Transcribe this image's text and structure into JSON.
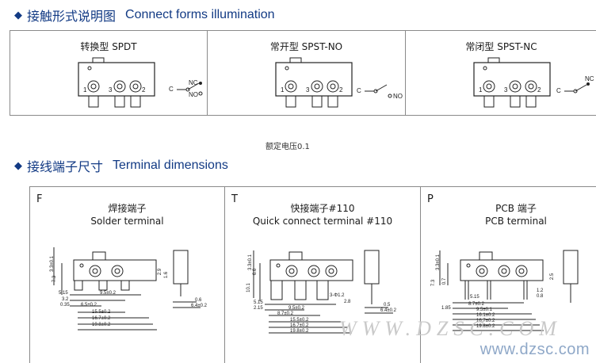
{
  "section1": {
    "title_cn": "接触形式说明图",
    "title_en": "Connect forms illumination",
    "cells": [
      {
        "label": "转换型  SPDT",
        "nc": "NC",
        "no": "NO",
        "c": "C",
        "pins": [
          "1",
          "3",
          "2"
        ]
      },
      {
        "label": "常开型  SPST-NO",
        "no": "NO",
        "c": "C",
        "pins": [
          "1",
          "3",
          "2"
        ]
      },
      {
        "label": "常闭型  SPST-NC",
        "nc": "NC",
        "c": "C",
        "pins": [
          "1",
          "3",
          "2"
        ]
      }
    ]
  },
  "note": "额定电压0.1",
  "section2": {
    "title_cn": "接线端子尺寸",
    "title_en": "Terminal dimensions",
    "cells": [
      {
        "letter": "F",
        "title_cn": "焊接端子",
        "title_en": "Solder terminal"
      },
      {
        "letter": "T",
        "title_cn": "快接端子#110",
        "title_en": "Quick connect terminal #110"
      },
      {
        "letter": "P",
        "title_cn": "PCB 端子",
        "title_en": "PCB terminal"
      }
    ]
  },
  "dims": {
    "f": [
      "3.3±0.1",
      "7.3",
      "5.15",
      "3.2",
      "0.35",
      "6.5±0.2",
      "9.5±0.2",
      "15.5±0.2",
      "16.7±0.2",
      "19.8±0.2",
      "2.9",
      "1.6",
      "0.6",
      "6.4±0.2"
    ],
    "t": [
      "3.3±0.1",
      "6.6",
      "10.1",
      "5.15",
      "2.15",
      "9.5±0.2",
      "8.7±0.2",
      "15.5±0.2",
      "16.7±0.2",
      "19.8±0.2",
      "3-Φ1.2",
      "2.8",
      "0.5",
      "6.4±0.2"
    ],
    "p": [
      "3.3±0.1",
      "7.3",
      "0.7",
      "1.85",
      "5.15",
      "8.7±0.2",
      "9.5±0.1",
      "16.1±0.2",
      "16.7±0.2",
      "19.8±0.2",
      "1.2",
      "0.8",
      "2.5"
    ]
  },
  "watermark": "www.dzsc.com",
  "watermark_faint": "WWW.DZSC.COM"
}
